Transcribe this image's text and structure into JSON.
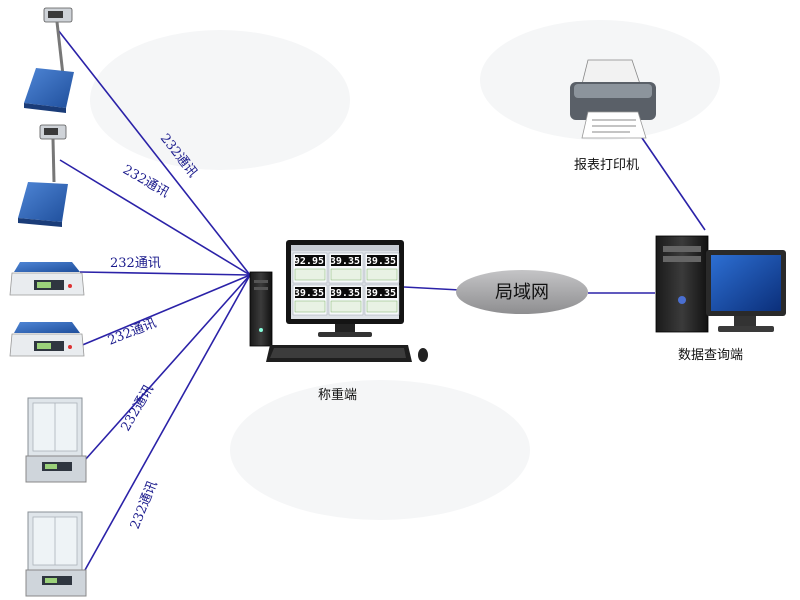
{
  "links": {
    "label_1": "232通讯",
    "label_2": "232通讯",
    "label_3": "232通讯",
    "label_4": "232通讯",
    "label_5": "232通讯",
    "label_6": "232通讯"
  },
  "network": {
    "label": "局域网"
  },
  "nodes": {
    "weighing_station": "称重端",
    "query_station": "数据查询端",
    "printer": "报表打印机"
  },
  "monitor_readings": [
    "92.95",
    "39.35",
    "39.35",
    "39.35",
    "39.35",
    "39.35"
  ],
  "colors": {
    "line": "#2b22a8",
    "scale_blue": "#2f64b8",
    "lan_fill": "#a9a9ab",
    "text": "#1a1a8c"
  }
}
